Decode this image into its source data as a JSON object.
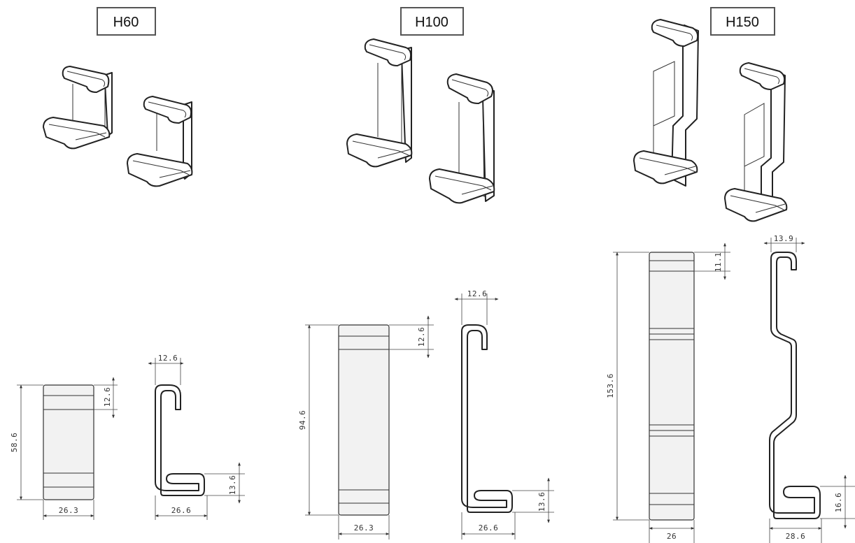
{
  "models": [
    {
      "label": "H60",
      "dims": {
        "height": "58.6",
        "front_width": "26.3",
        "top_band": "12.6",
        "hook_width": "12.6",
        "bottom_hook": "13.6",
        "side_width": "26.6"
      }
    },
    {
      "label": "H100",
      "dims": {
        "height": "94.6",
        "front_width": "26.3",
        "top_band": "12.6",
        "hook_width": "12.6",
        "bottom_hook": "13.6",
        "side_width": "26.6"
      }
    },
    {
      "label": "H150",
      "dims": {
        "height": "153.6",
        "front_width": "26",
        "top_band": "11.1",
        "hook_width": "13.9",
        "bottom_hook": "16.6",
        "side_width": "28.6"
      }
    }
  ]
}
